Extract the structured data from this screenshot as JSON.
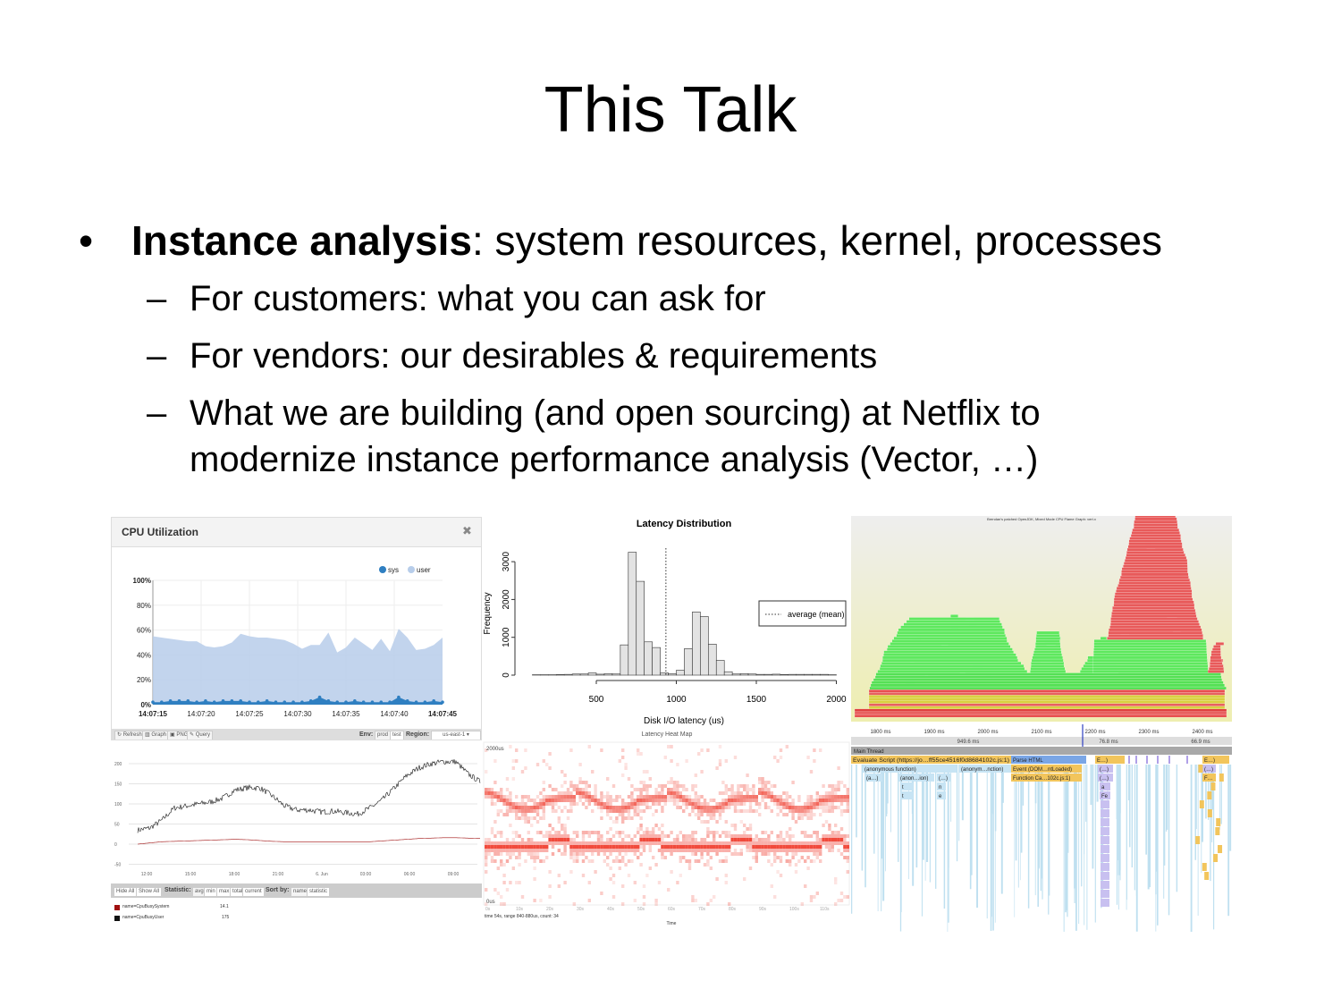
{
  "slide": {
    "title": "This Talk",
    "bullet": {
      "bold": "Instance analysis",
      "rest": ": system resources, kernel, processes"
    },
    "subbullets": [
      "For customers: what you can ask for",
      "For vendors: our desirables & requirements",
      "What we are building (and open sourcing) at Netflix to",
      "modernize instance performance analysis (Vector, …)"
    ],
    "dash": "–",
    "bullet_mark": "•"
  },
  "cpu_panel": {
    "title": "CPU Utilization",
    "close": "✖",
    "toolbar": {
      "refresh": "Refresh",
      "graph": "Graph",
      "png": "PNG",
      "query": "Query",
      "env_label": "Env:",
      "env_prod": "prod",
      "env_test": "test",
      "region_label": "Region:",
      "region_value": "us-east-1"
    }
  },
  "history_panel": {
    "buttons": {
      "hide_all": "Hide All",
      "show_all": "Show All",
      "statistic_label": "Statistic:",
      "stats": [
        "avg",
        "min",
        "max",
        "total",
        "current"
      ],
      "sort_label": "Sort by:",
      "sorts": [
        "name",
        "statistic"
      ]
    },
    "legend": [
      {
        "name": "name=CpuBusySystem",
        "value": "14.1",
        "color": "#a01010"
      },
      {
        "name": "name=CpuBusyUser",
        "value": "175",
        "color": "#111111"
      }
    ]
  },
  "heatmap": {
    "title": "Latency Heat Map",
    "y_top": "2000us",
    "y_bottom": "0us",
    "x_ticks": [
      "0s",
      "10s",
      "20s",
      "30s",
      "40s",
      "50s",
      "60s",
      "70s",
      "80s",
      "90s",
      "100s",
      "110s"
    ],
    "status": "time 54s, range 840-880us, count: 34",
    "xlabel": "Time"
  },
  "flamegraph": {
    "title": "Brendan's patched OpenJDK, Mixed Mode CPU Flame Graph: vert.x"
  },
  "timeline": {
    "ruler": [
      "1800 ms",
      "1900 ms",
      "2000 ms",
      "2100 ms",
      "2200 ms",
      "2300 ms",
      "2400 ms"
    ],
    "durations": [
      "949.6 ms",
      "76.8 ms",
      "66.9 ms"
    ],
    "main_thread": "Main Thread",
    "row1": [
      "Evaluate Script (https://jo…ff55ce4516f0d8684102c.js:1)",
      "Parse HTML",
      "E…)",
      "E…)"
    ],
    "row2": [
      "(anonymous function)",
      "(anonym…nction)",
      "Event (DOM…ntLoaded)",
      "(…)",
      "(…)"
    ],
    "row3": [
      "(a…)",
      "(anon…ion)",
      "(…)",
      "Function Ca…102c.js:1)",
      "(…)",
      "F…"
    ],
    "row4": [
      "t",
      "n",
      "a"
    ],
    "row5": [
      "t",
      "e",
      "Fe"
    ]
  },
  "chart_data": [
    {
      "type": "area",
      "title": "CPU Utilization",
      "x_ticks": [
        "14:07:15",
        "14:07:20",
        "14:07:25",
        "14:07:30",
        "14:07:35",
        "14:07:40",
        "14:07:45"
      ],
      "y_ticks": [
        "0%",
        "20%",
        "40%",
        "60%",
        "80%",
        "100%"
      ],
      "ylim": [
        0,
        100
      ],
      "legend": "top-right",
      "series": [
        {
          "name": "sys",
          "color": "#2f7fc1",
          "values": [
            2,
            2,
            3,
            3,
            3,
            2,
            3,
            2,
            3,
            3,
            3,
            2,
            2,
            3,
            2,
            2,
            2,
            2,
            3,
            6,
            3,
            2,
            2,
            3,
            2,
            2,
            2,
            2,
            6,
            3,
            2,
            2,
            3,
            2
          ]
        },
        {
          "name": "user",
          "color": "#b7cdea",
          "values": [
            55,
            54,
            53,
            52,
            51,
            51,
            47,
            46,
            47,
            50,
            57,
            55,
            54,
            54,
            53,
            52,
            49,
            45,
            48,
            48,
            58,
            42,
            46,
            54,
            49,
            44,
            53,
            43,
            61,
            54,
            44,
            45,
            48,
            54
          ]
        }
      ]
    },
    {
      "type": "line",
      "x_ticks": [
        "12:00",
        "15:00",
        "18:00",
        "21:00",
        "6. Jun",
        "03:00",
        "06:00",
        "09:00"
      ],
      "y_ticks": [
        "-50",
        "0",
        "50",
        "100",
        "150",
        "200"
      ],
      "ylim": [
        -50,
        230
      ],
      "series": [
        {
          "name": "name=CpuBusyUser",
          "color": "#111111",
          "values": [
            35,
            40,
            60,
            90,
            95,
            100,
            105,
            115,
            135,
            140,
            140,
            120,
            95,
            85,
            85,
            80,
            82,
            78,
            75,
            90,
            110,
            140,
            170,
            190,
            200,
            205,
            205,
            175,
            155
          ]
        },
        {
          "name": "name=CpuBusySystem",
          "color": "#a01010",
          "values": [
            0,
            3,
            6,
            7,
            8,
            9,
            10,
            11,
            12,
            11,
            9,
            7,
            6,
            6,
            6,
            6,
            6,
            6,
            6,
            6,
            8,
            10,
            12,
            14,
            15,
            16,
            16,
            15,
            14
          ]
        }
      ]
    },
    {
      "type": "bar",
      "title": "Latency Distribution",
      "xlabel": "Disk I/O latency (us)",
      "ylabel": "Frequency",
      "x_ticks": [
        "500",
        "1000",
        "1500",
        "2000"
      ],
      "y_ticks": [
        "0",
        "1000",
        "2000",
        "3000"
      ],
      "xlim": [
        100,
        2000
      ],
      "ylim": [
        0,
        3300
      ],
      "bin_width": 50,
      "bin_starts": [
        100,
        150,
        200,
        250,
        300,
        350,
        400,
        450,
        500,
        550,
        600,
        650,
        700,
        750,
        800,
        850,
        900,
        950,
        1000,
        1050,
        1100,
        1150,
        1200,
        1250,
        1300,
        1350,
        1400,
        1450,
        1500,
        1550,
        1600,
        1650,
        1700,
        1750,
        1800,
        1850,
        1900,
        1950
      ],
      "values": [
        10,
        10,
        10,
        15,
        20,
        30,
        30,
        60,
        25,
        40,
        30,
        800,
        3250,
        2480,
        880,
        730,
        60,
        40,
        130,
        700,
        1670,
        1550,
        820,
        390,
        90,
        30,
        40,
        30,
        20,
        20,
        25,
        15,
        20,
        20,
        20,
        20,
        20,
        10
      ],
      "mean_line": 935,
      "legend": {
        "label": "average (mean)",
        "position": "right"
      }
    }
  ]
}
